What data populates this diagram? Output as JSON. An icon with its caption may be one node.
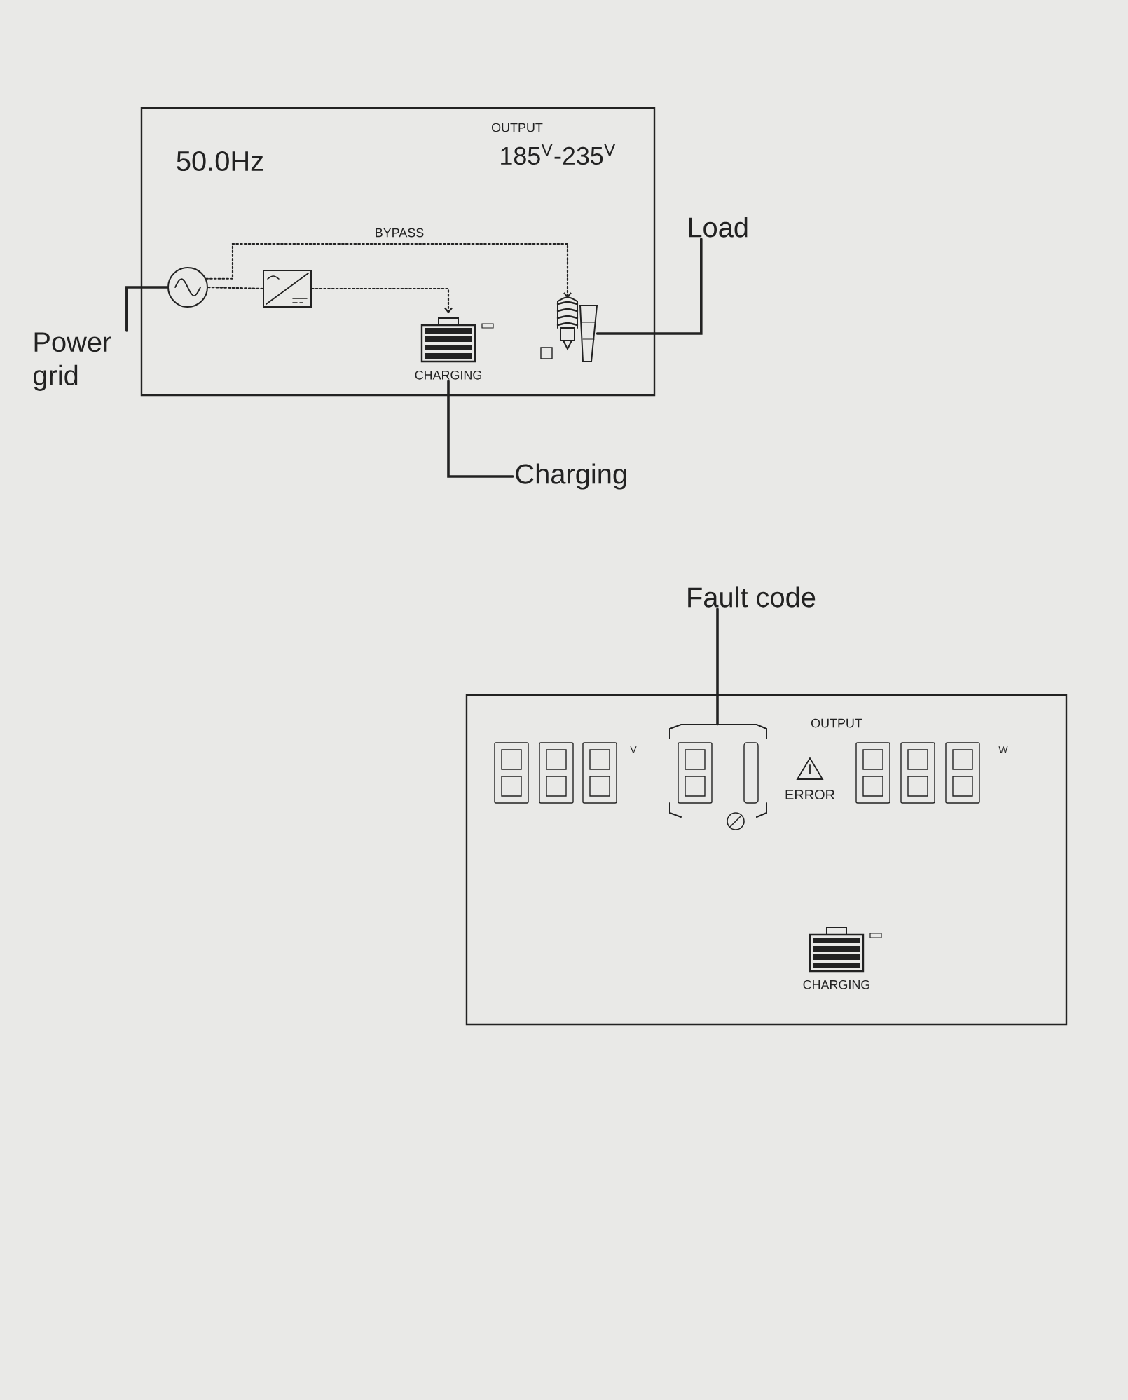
{
  "diagram": {
    "nodes": [
      {
        "text": [
          "50.0Hz",
          "OUTPUT",
          "185$^{V}$-235$^{V}$"
        ]
      },
      {
        "text": [],
        "shape": "circle",
        "in": 0
      },
      {
        "text": [],
        "shape": "box",
        "in": 0
      },
      {
        "text": [
          "CHARGING"
        ],
        "in": 0
      },
      {
        "text": [],
        "shape": "picture",
        "in": 0
      },
      {
        "text": [],
        "shape": "bar",
        "in": 0
      },
      {
        "text": [
          "Power grid"
        ]
      },
      {
        "text": [
          "Load"
        ]
      },
      {
        "text": [
          "Charging"
        ]
      },
      {
        "text": [
          "Fault code"
        ]
      },
      {
        "text": [
          "V",
          "OUTPUT",
          "ERROR",
          "W"
        ]
      },
      {
        "text": [],
        "shape": "box",
        "in": 10
      },
      {
        "text": [
          "CHARGING"
        ],
        "in": 10
      }
    ],
    "edges": [
      {
        "from": 1,
        "to": 2,
        "arrow": "none",
        "style": "dashed"
      },
      {
        "from": 1,
        "to": 4,
        "arrow": "to",
        "style": "dashed",
        "label": "BYPASS"
      },
      {
        "from": 2,
        "to": 3,
        "arrow": "to",
        "style": "dashed"
      },
      {
        "from": 6,
        "to": 1,
        "arrow": "none"
      },
      {
        "from": 7,
        "to": 5,
        "arrow": "none"
      },
      {
        "from": 8,
        "to": 3,
        "arrow": "none"
      },
      {
        "from": 9,
        "to": 11,
        "arrow": "none"
      }
    ]
  }
}
